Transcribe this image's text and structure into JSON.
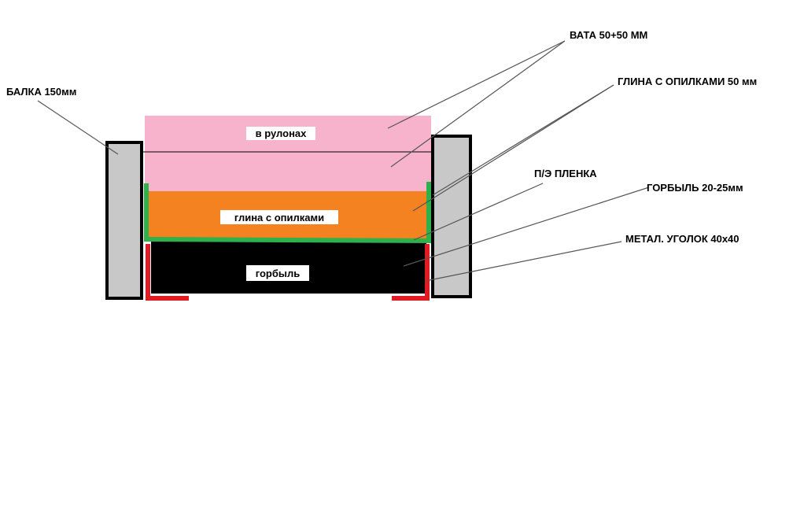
{
  "labels": {
    "beam": "БАЛКА  150мм",
    "wool": "ВАТА  50+50 ММ",
    "clay": "ГЛИНА С ОПИЛКАМИ   50 мм",
    "film": "П/Э  ПЛЕНКА",
    "slab": "ГОРБЫЛЬ  20-25мм",
    "angle": "МЕТАЛ. УГОЛОК  40х40"
  },
  "layers": {
    "wool_text": "в рулонах",
    "clay_text": "глина с опилками",
    "slab_text": "горбыль"
  },
  "colors": {
    "beam": "#c8c8c8",
    "wool": "#f7b3cc",
    "clay": "#f58220",
    "film": "#2eb04a",
    "slab": "#000000",
    "angle": "#e01b24",
    "line": "#555555"
  }
}
